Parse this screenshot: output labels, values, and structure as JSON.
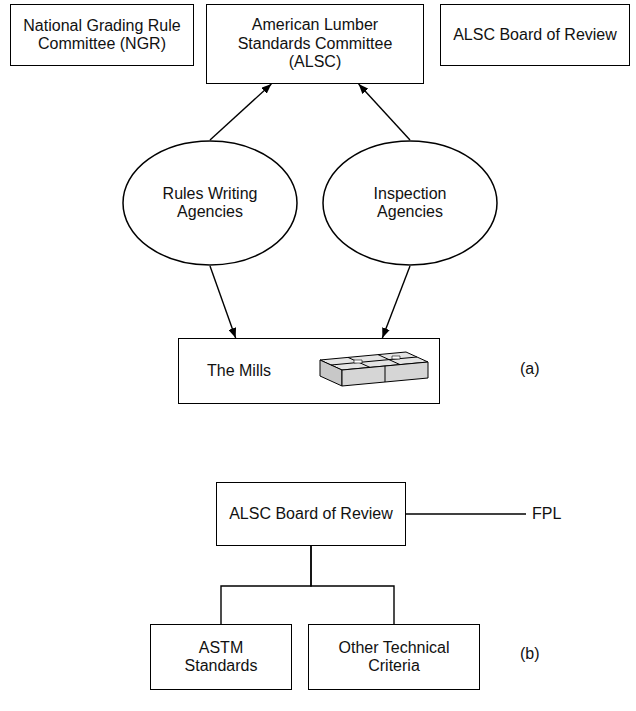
{
  "diagram": {
    "nodes": [
      {
        "text": [
          "National Grading Rule Committee (NGR)"
        ]
      },
      {
        "text": [
          "American Lumber Standards Committee (ALSC)"
        ]
      },
      {
        "text": [
          "ALSC Board of Review"
        ]
      },
      {
        "text": [
          "Rules Writing Agencies"
        ]
      },
      {
        "text": [
          "Inspection Agencies"
        ]
      },
      {
        "text": [
          "The Mills"
        ]
      },
      {
        "text": [
          "ALSC Board of Review"
        ]
      },
      {
        "text": [
          "ASTM Standards"
        ]
      },
      {
        "text": [
          "Other Technical Criteria"
        ]
      }
    ],
    "edges": [
      {
        "from": 3,
        "to": 1,
        "arrow": "to"
      },
      {
        "from": 4,
        "to": 1,
        "arrow": "to"
      },
      {
        "from": 3,
        "to": 5,
        "arrow": "to"
      },
      {
        "from": 4,
        "to": 5,
        "arrow": "to"
      },
      {
        "from": 6,
        "to": 7,
        "arrow": "none"
      },
      {
        "from": 6,
        "to": 8,
        "arrow": "none"
      }
    ],
    "labels": [
      "(a)",
      "FPL",
      "(b)"
    ]
  }
}
